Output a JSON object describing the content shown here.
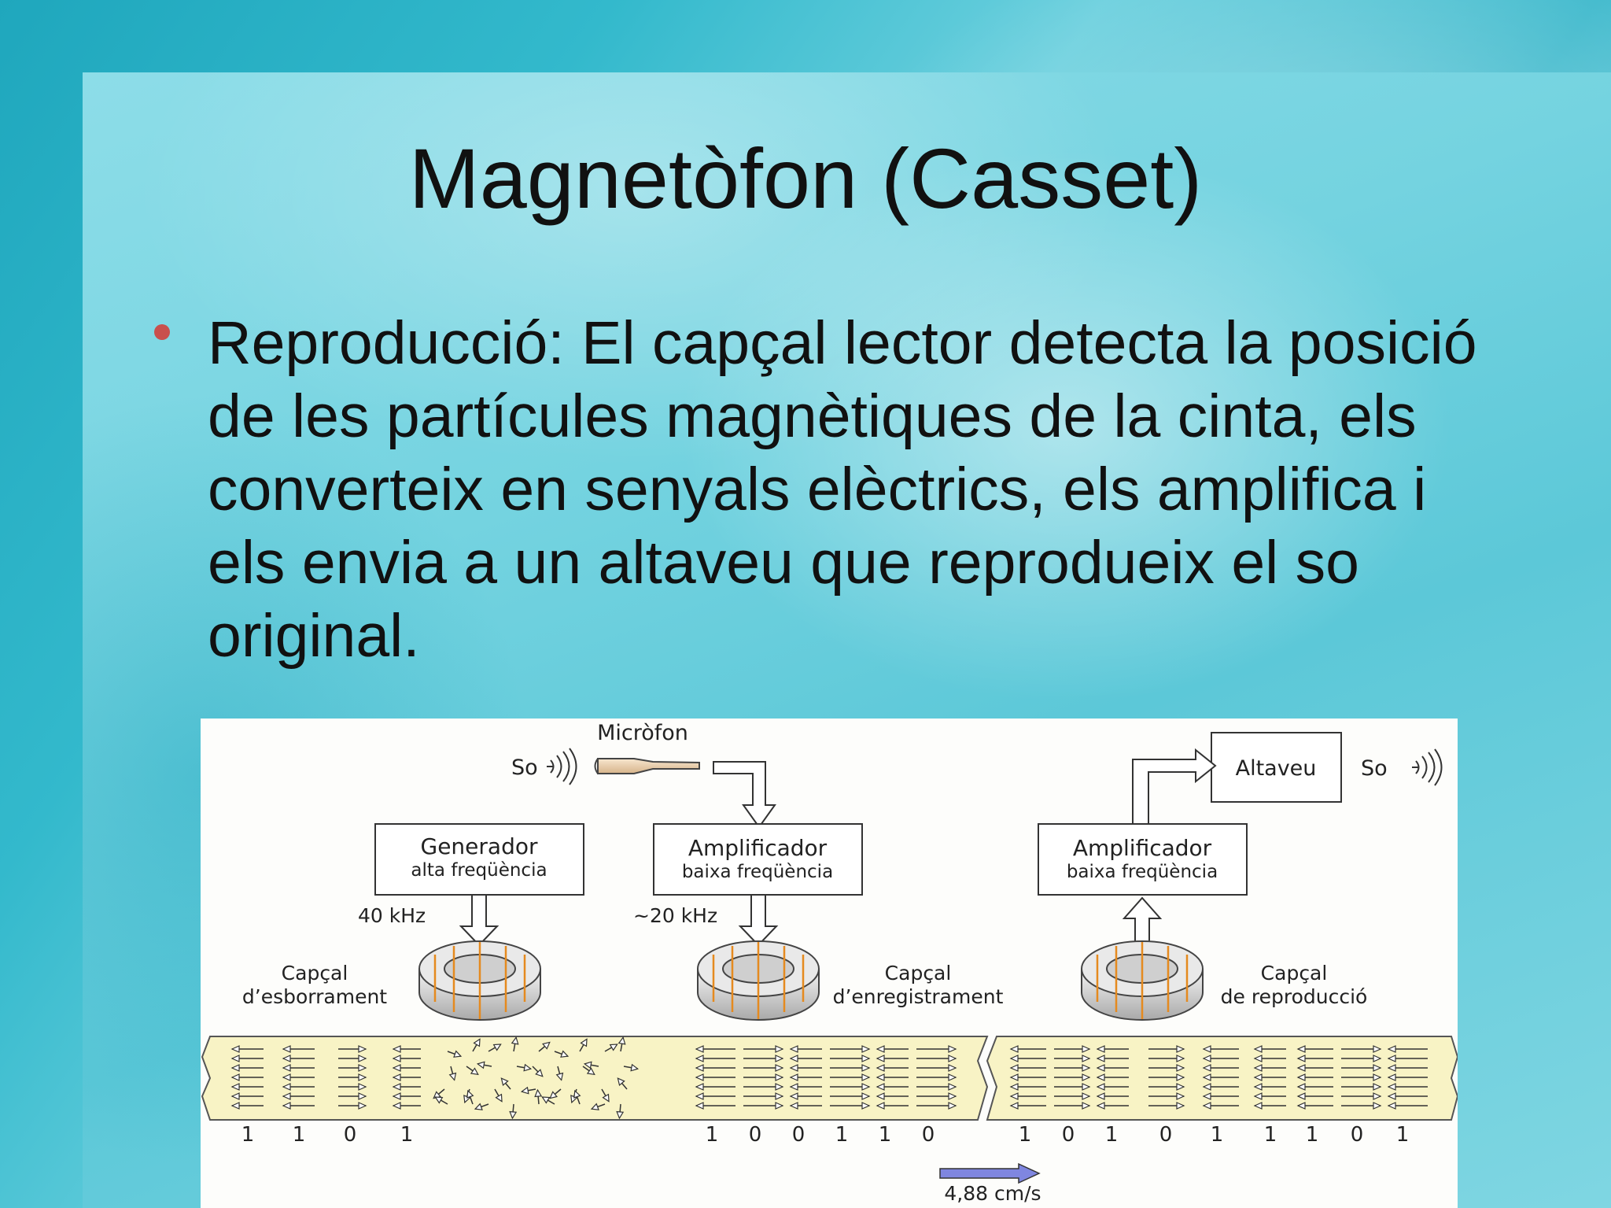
{
  "slide": {
    "title": "Magnetòfon (Casset)",
    "bullet": "Reproducció: El capçal lector detecta la posició de les partícules magnètiques de la cinta, els converteix en senyals elèctrics, els amplifica i els envia a un altaveu que reprodueix el so original."
  },
  "diagram": {
    "microphone_label": "Micròfon",
    "sound_in_label": "So",
    "sound_out_label": "So",
    "speaker_label": "Altaveu",
    "generator": {
      "title": "Generador",
      "subtitle": "alta freqüència",
      "freq": "40 kHz"
    },
    "amp_record": {
      "title": "Amplificador",
      "subtitle": "baixa freqüència",
      "freq": "~20 kHz"
    },
    "amp_play": {
      "title": "Amplificador",
      "subtitle": "baixa freqüència"
    },
    "erase_head": {
      "line1": "Capçal",
      "line2": "d’esborrament"
    },
    "record_head": {
      "line1": "Capçal",
      "line2": "d’enregistrament"
    },
    "play_head": {
      "line1": "Capçal",
      "line2": "de reproducció"
    },
    "bits_erase": [
      "1",
      "1",
      "0",
      "1"
    ],
    "bits_record": [
      "1",
      "0",
      "0",
      "1",
      "1",
      "0"
    ],
    "bits_play": [
      "1",
      "0",
      "1",
      "0",
      "1",
      "1",
      "1",
      "0",
      "1"
    ],
    "speed_label": "4,88 cm/s",
    "colors": {
      "tape": "#f8f3c5",
      "coil": "#e58a1f",
      "speed_arrow": "#7f86e0"
    }
  }
}
